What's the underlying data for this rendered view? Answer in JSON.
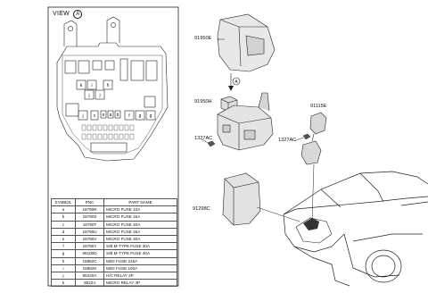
{
  "view": {
    "label": "VIEW",
    "marker": "A"
  },
  "box_letters": [
    "a",
    "b",
    "c",
    "d",
    "e",
    "f",
    "g",
    "h",
    "i",
    "j",
    "k"
  ],
  "callouts": {
    "top_cover": "91950E",
    "arrow_marker": "A",
    "relay": "91950H",
    "small_box": "91115E",
    "bolt_left": "1327AC",
    "bolt_right": "1327AC",
    "lower_cover": "91298C"
  },
  "table": {
    "headers": [
      "SYMBOL",
      "PNC",
      "PART NAME"
    ],
    "rows": [
      [
        "a",
        "18790R",
        "MICRO FUSE 10A"
      ],
      [
        "b",
        "18790S",
        "MICRO FUSE 15A"
      ],
      [
        "c",
        "18790T",
        "MICRO FUSE 20A"
      ],
      [
        "d",
        "18790U",
        "MICRO FUSE 25A"
      ],
      [
        "e",
        "18790V",
        "MICRO FUSE 30A"
      ],
      [
        "f",
        "18790Y",
        "S/B M-TYPE FUSE 30A"
      ],
      [
        "g",
        "99100D",
        "S/B M-TYPE FUSE 40A"
      ],
      [
        "h",
        "18982C",
        "MIDI FUSE 225A"
      ],
      [
        "i",
        "18982K",
        "MIDI FUSE 100A"
      ],
      [
        "j",
        "95220A",
        "H/C RELAY 4P"
      ],
      [
        "k",
        "95224",
        "MICRO RELAY 4P"
      ]
    ]
  }
}
